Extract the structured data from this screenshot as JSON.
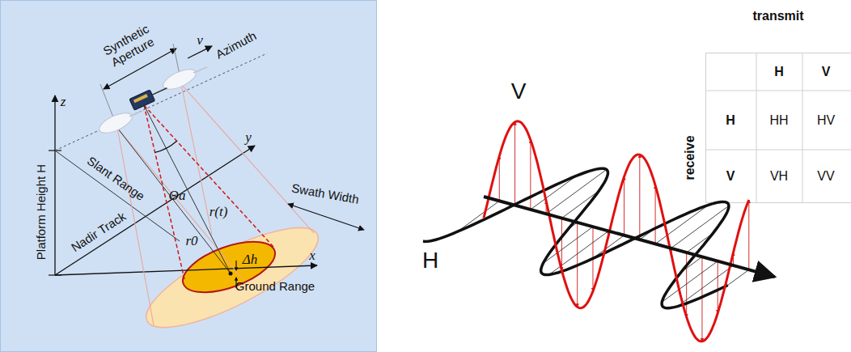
{
  "diagram": {
    "labels": [
      "Synthetic Aperture",
      "v",
      "Azimuth",
      "z",
      "y",
      "Θa",
      "Platform Height H",
      "Slant Range",
      "Swath Width",
      "r(t)",
      "r0",
      "Nadir Track",
      "x",
      "Δh",
      "Ground Range",
      "V",
      "transmit",
      "H",
      "V",
      "H",
      "HH",
      "HV",
      "receive",
      "V",
      "VH",
      "VV",
      "H"
    ]
  }
}
